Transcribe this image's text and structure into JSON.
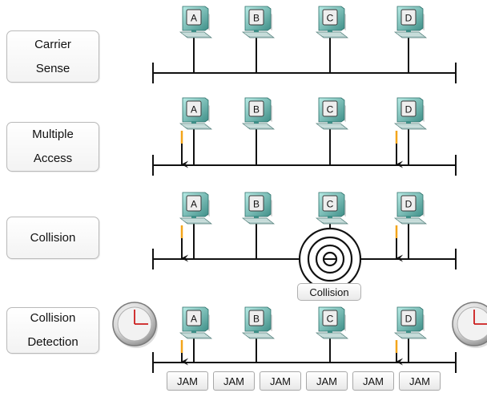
{
  "rows": [
    {
      "label": "Carrier\nSense"
    },
    {
      "label": "Multiple\nAccess"
    },
    {
      "label": "Collision"
    },
    {
      "label": "Collision\nDetection"
    }
  ],
  "hosts": [
    "A",
    "B",
    "C",
    "D"
  ],
  "collision_label": "Collision",
  "jam_signals": [
    "JAM",
    "JAM",
    "JAM",
    "JAM",
    "JAM",
    "JAM"
  ],
  "colors": {
    "cable": "#111111",
    "monitor_dark": "#2f7f78",
    "monitor_light": "#8fd3cc",
    "keyboard": "#8fb8b4",
    "transmit_arrow": "#f3a51a",
    "clock_hand": "#cc1d1d"
  }
}
